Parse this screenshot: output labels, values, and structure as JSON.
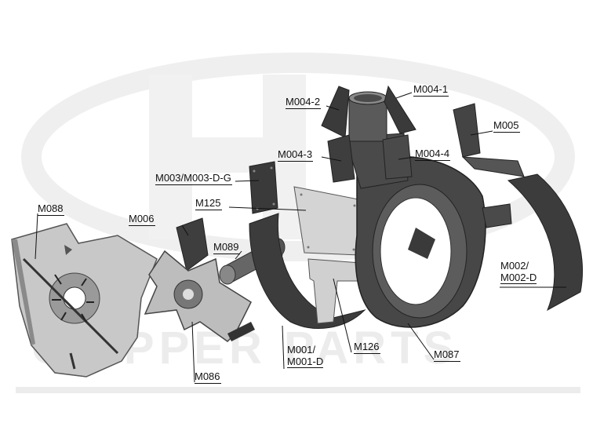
{
  "watermark": {
    "logo_text": "HG",
    "brand_text": "CHIPPER PARTS"
  },
  "labels": {
    "m088": "M088",
    "m006": "M006",
    "m003": "M003/M003-D-G",
    "m125": "M125",
    "m089": "M089",
    "m004_2": "M004-2",
    "m004_1": "M004-1",
    "m005": "M005",
    "m004_3": "M004-3",
    "m004_4": "M004-4",
    "m002_line1": "M002/",
    "m002_line2": "M002-D",
    "m001_line1": "M001/",
    "m001_line2": "M001-D",
    "m126": "M126",
    "m087": "M087",
    "m086": "M086"
  },
  "colors": {
    "dark_part": "#3c3c3c",
    "mid_part": "#5a5a5a",
    "light_part": "#c9c9c9",
    "plate": "#d9d9d9",
    "watermark": "#ececec"
  }
}
